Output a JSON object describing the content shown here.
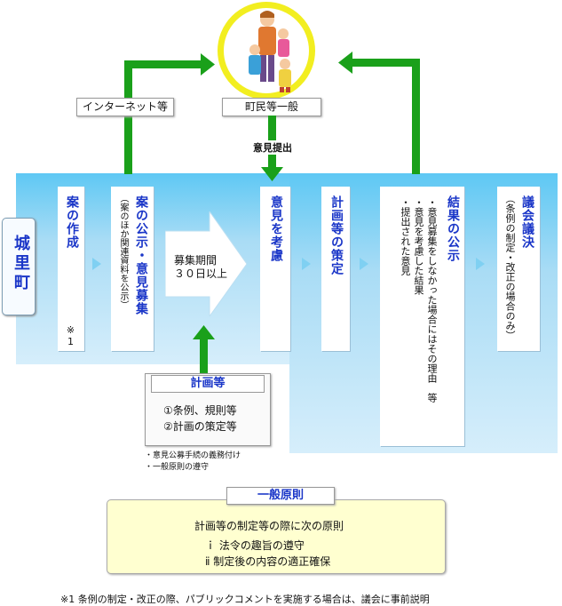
{
  "town_label": "城里町",
  "public_label": "町民等一般",
  "internet_label": "インターネット等",
  "opinion_submit": "意見提出",
  "steps": {
    "draft": "案の作成",
    "draft_note": "※1",
    "publish_title": "案の公示・意見募集",
    "publish_sub": "（案のほか関連資料を公示）",
    "period_line1": "募集期間",
    "period_line2": "３０日以上",
    "consider": "意見を考慮",
    "plan": "計画等の策定",
    "result_title": "結果の公示",
    "result_items": [
      "・意見募集をしなかった場合にはその理由　等",
      "・意見を考慮した結果",
      "・提出された意見"
    ],
    "council_title": "議会議決",
    "council_sub": "（条例の制定・改正の場合のみ）"
  },
  "plan_box": {
    "title": "計画等",
    "items": [
      "①条例、規則等",
      "②計画の策定等"
    ]
  },
  "plan_notes": [
    "・意見公募手続の義務付け",
    "・一般原則の遵守"
  ],
  "principles": {
    "title": "一般原則",
    "lead": "計画等の制定等の際に次の原則",
    "items": [
      "ｉ  法令の趣旨の遵守",
      "ⅱ  制定後の内容の適正確保"
    ]
  },
  "footnote": "※1 条例の制定・改正の際、パブリックコメントを実施する場合は、議会に事前説明",
  "colors": {
    "accent_blue": "#1a36c8",
    "green": "#1aa01a",
    "sky": "#7fd0f2",
    "yellow_circle": "#f2ee20",
    "principle_bg": "#ffffd0"
  }
}
